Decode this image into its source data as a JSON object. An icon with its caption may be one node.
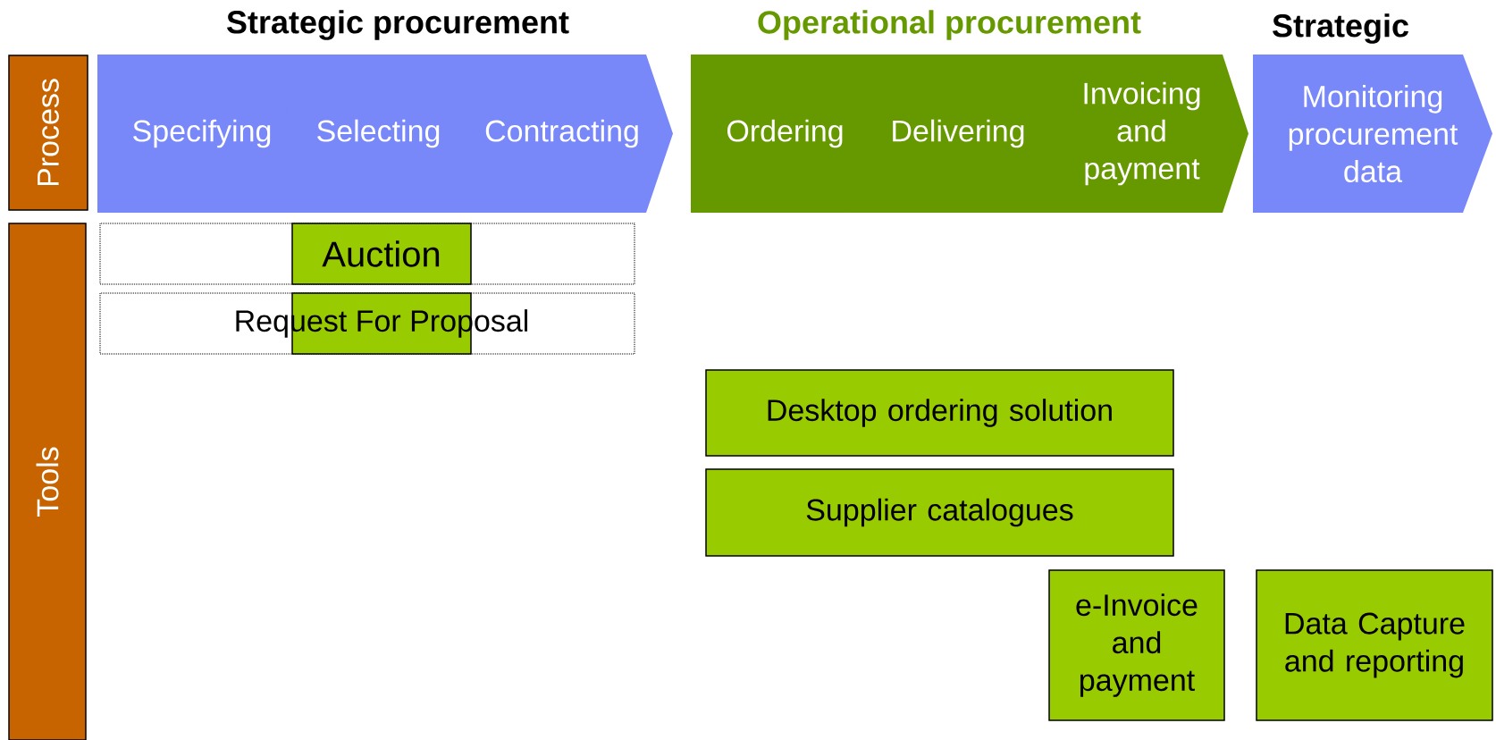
{
  "diagram": {
    "nodes": [
      {
        "text": [
          "Process"
        ]
      },
      {
        "text": [
          "Tools"
        ]
      },
      {
        "text": [
          "Specifying"
        ]
      },
      {
        "text": [
          "Selecting"
        ]
      },
      {
        "text": [
          "Contracting"
        ]
      },
      {
        "text": [
          "Ordering"
        ]
      },
      {
        "text": [
          "Delivering"
        ]
      },
      {
        "text": [
          "Invoicing and payment"
        ]
      },
      {
        "text": [
          "Monitoring procurement data"
        ]
      },
      {
        "text": [],
        "shape": "box"
      },
      {
        "text": [
          "Auction"
        ],
        "in": 9
      },
      {
        "text": [],
        "shape": "box"
      },
      {
        "text": [
          "Request For Proposal"
        ],
        "in": 11
      },
      {
        "text": [
          "Desktop ordering solution"
        ]
      },
      {
        "text": [
          "Supplier catalogues"
        ]
      },
      {
        "text": [
          "e-Invoice and payment"
        ]
      },
      {
        "text": [
          "Data Capture and reporting"
        ]
      }
    ],
    "labels": [
      "Strategic procurement",
      "Operational procurement",
      "Strategic"
    ]
  }
}
